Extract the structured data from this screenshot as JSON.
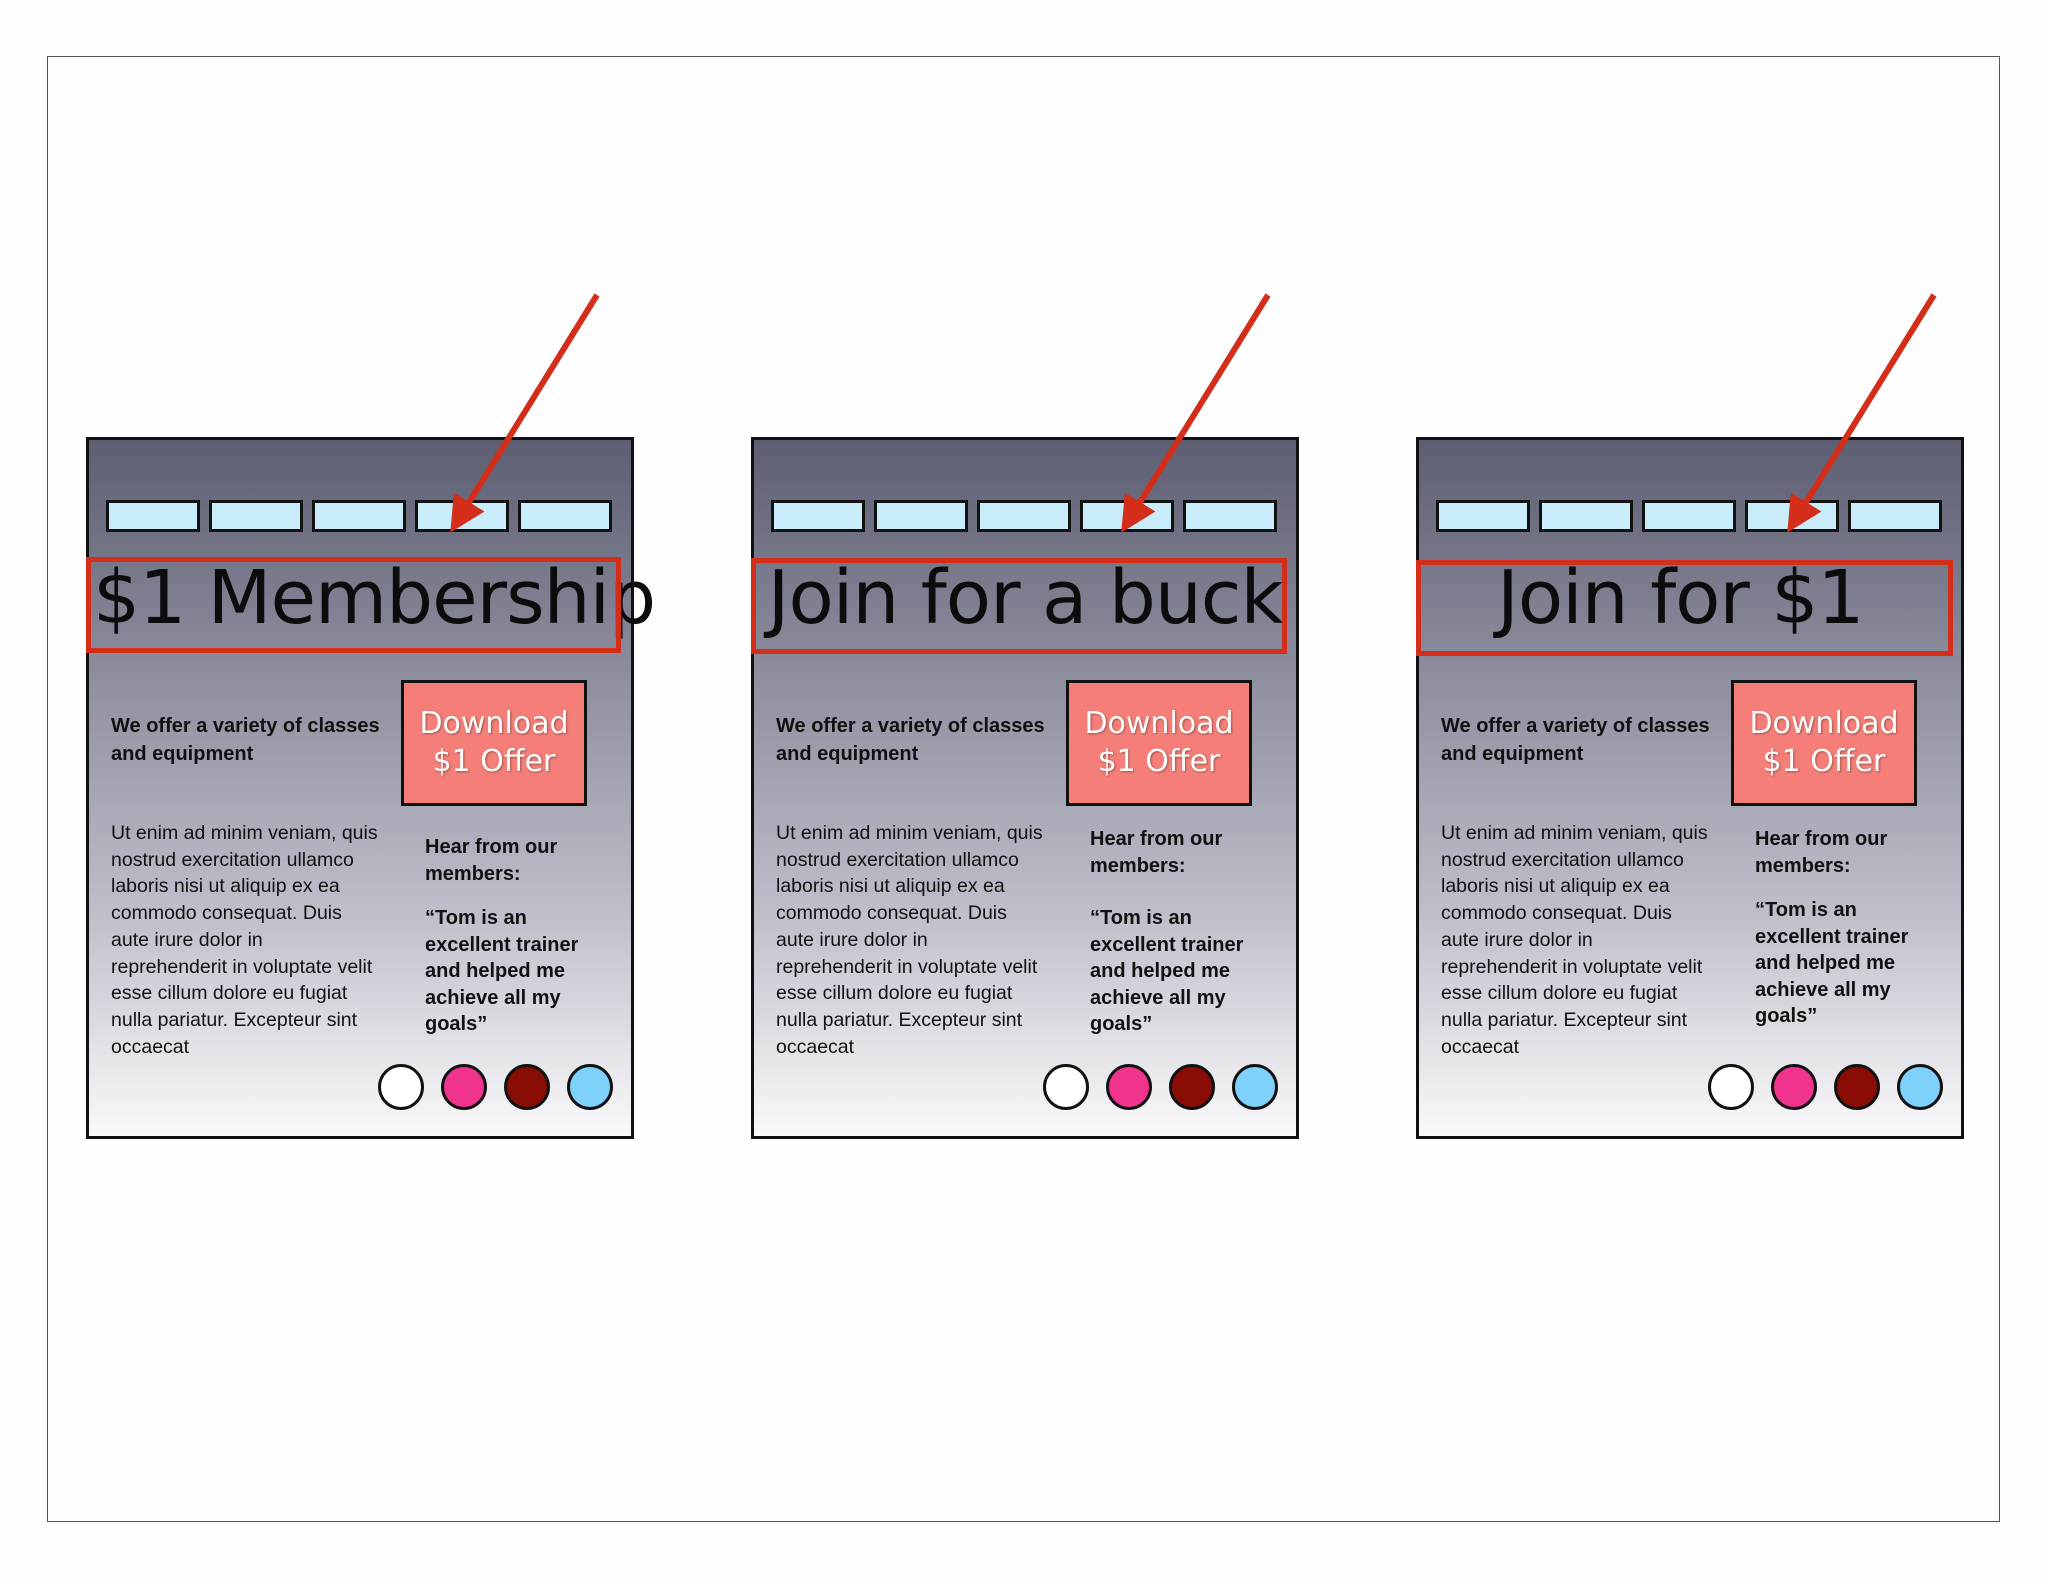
{
  "mockups": [
    {
      "headline": "$1 Membership",
      "intro": "We offer a variety of classes and equipment",
      "cta_line1": "Download",
      "cta_line2": "$1 Offer",
      "body": "Ut enim ad minim veniam, quis nostrud exercitation ullamco laboris nisi ut aliquip ex ea commodo consequat. Duis aute irure dolor in reprehenderit in voluptate velit esse cillum dolore eu fugiat nulla pariatur. Excepteur sint occaecat",
      "testimonial_heading": "Hear from our members:",
      "quote": "“Tom is an excellent trainer and helped me achieve all my goals”"
    },
    {
      "headline": "Join for a buck",
      "intro": "We offer a variety of classes and equipment",
      "cta_line1": "Download",
      "cta_line2": "$1 Offer",
      "body": "Ut enim ad minim veniam, quis nostrud exercitation ullamco laboris nisi ut aliquip ex ea commodo consequat. Duis aute irure dolor in reprehenderit in voluptate velit esse cillum dolore eu fugiat nulla pariatur. Excepteur sint occaecat",
      "testimonial_heading": "Hear from our members:",
      "quote": "“Tom is an excellent trainer and helped me achieve all my goals”"
    },
    {
      "headline": "Join for $1",
      "intro": "We offer a variety of classes and equipment",
      "cta_line1": "Download",
      "cta_line2": "$1 Offer",
      "body": "Ut enim ad minim veniam, quis nostrud exercitation ullamco laboris nisi ut aliquip ex ea commodo consequat. Duis aute irure dolor in reprehenderit in voluptate velit esse cillum dolore eu fugiat nulla pariatur. Excepteur sint occaecat",
      "testimonial_heading": "Hear from our members:",
      "quote": "“Tom is an excellent trainer and helped me achieve all my goals”"
    }
  ],
  "colors": {
    "nav_tab": "#c9ecfa",
    "cta_button": "#f57f78",
    "highlight": "#d42e1a",
    "swatches": [
      "#ffffff",
      "#f0348e",
      "#8a0d05",
      "#7dd1fb"
    ]
  }
}
